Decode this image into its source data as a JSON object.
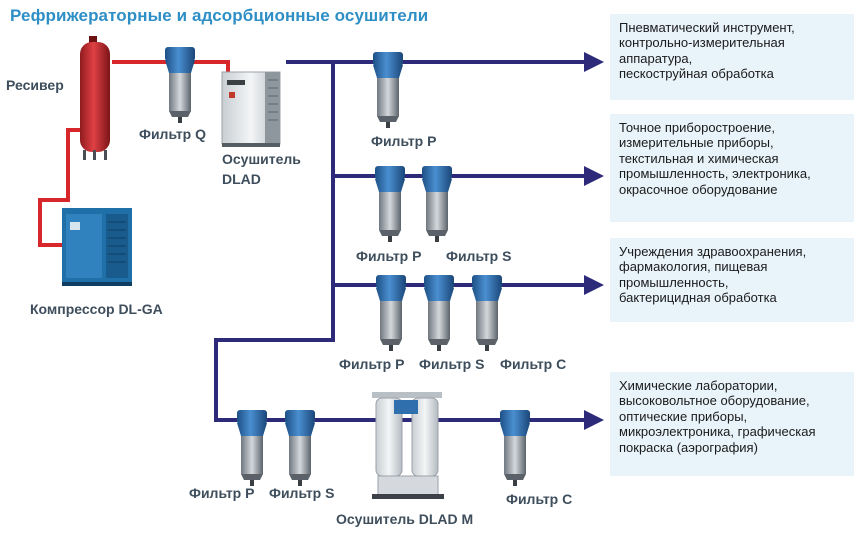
{
  "title": "Рефрижераторные и адсорбционные осушители",
  "equipment": {
    "receiver": "Ресивер",
    "compressor": "Компрессор DL-GA",
    "dryer_dlad_line1": "Осушитель",
    "dryer_dlad_line2": "DLAD",
    "dryer_dladm": "Осушитель  DLAD M"
  },
  "filters": {
    "q": "Фильтр Q",
    "p": "Фильтр P",
    "s": "Фильтр S",
    "c": "Фильтр C"
  },
  "applications": [
    {
      "lines": [
        "Пневматический инструмент,",
        "контрольно-измерительная",
        "аппаратура,",
        "пескоструйная обработка"
      ]
    },
    {
      "lines": [
        "Точное приборостроение,",
        "измерительные приборы,",
        "текстильная и химическая",
        "промышленность, электроника,",
        "окрасочное оборудование"
      ]
    },
    {
      "lines": [
        "Учреждения здравоохранения,",
        "фармакология, пищевая",
        "промышленность,",
        "бактерицидная обработка"
      ]
    },
    {
      "lines": [
        "Химические лаборатории,",
        "высоковольтное оборудование,",
        "оптические приборы,",
        "микроэлектроника, графическая",
        "покраска (аэрография)"
      ]
    }
  ],
  "colors": {
    "title": "#2e8fc6",
    "main_pipe": "#2d2a7a",
    "hot_pipe": "#d8272a",
    "filter_body": "#2f6fae",
    "box_bg": "#e8f3fa"
  }
}
